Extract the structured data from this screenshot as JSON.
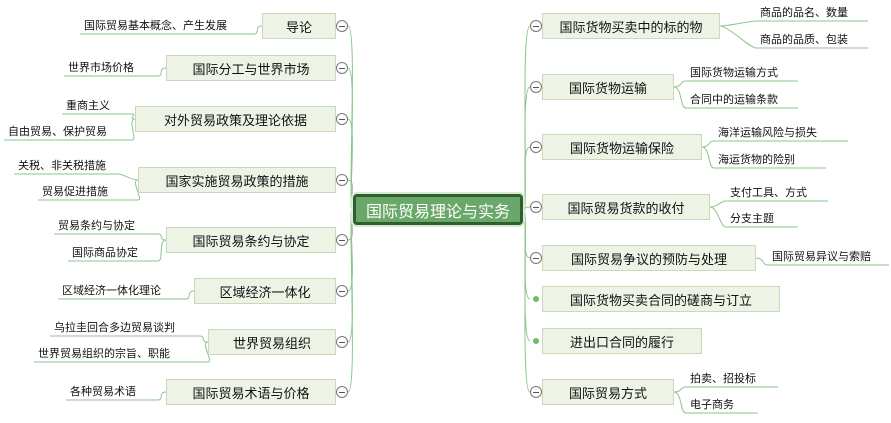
{
  "root": {
    "label": "国际贸易理论与实务"
  },
  "left_topics": [
    {
      "label": "导论",
      "children": [
        "国际贸易基本概念、产生发展"
      ]
    },
    {
      "label": "国际分工与世界市场",
      "children": [
        "世界市场价格"
      ]
    },
    {
      "label": "对外贸易政策及理论依据",
      "children": [
        "重商主义",
        "自由贸易、保护贸易"
      ]
    },
    {
      "label": "国家实施贸易政策的措施",
      "children": [
        "关税、非关税措施",
        "贸易促进措施"
      ]
    },
    {
      "label": "国际贸易条约与协定",
      "children": [
        "贸易条约与协定",
        "国际商品协定"
      ]
    },
    {
      "label": "区域经济一体化",
      "children": [
        "区域经济一体化理论"
      ]
    },
    {
      "label": "世界贸易组织",
      "children": [
        "乌拉圭回合多边贸易谈判",
        "世界贸易组织的宗旨、职能"
      ]
    },
    {
      "label": "国际贸易术语与价格",
      "children": [
        "各种贸易术语"
      ]
    }
  ],
  "right_topics": [
    {
      "label": "国际货物买卖中的标的物",
      "children": [
        "商品的品名、数量",
        "商品的品质、包装"
      ]
    },
    {
      "label": "国际货物运输",
      "children": [
        "国际货物运输方式",
        "合同中的运输条款"
      ]
    },
    {
      "label": "国际货物运输保险",
      "children": [
        "海洋运输风险与损失",
        "海运货物的险别"
      ]
    },
    {
      "label": "国际贸易货款的收付",
      "children": [
        "支付工具、方式",
        "分支主题"
      ]
    },
    {
      "label": "国际贸易争议的预防与处理",
      "children": [
        "国际贸易异议与索赔"
      ]
    },
    {
      "label": "国际货物买卖合同的磋商与订立",
      "children": []
    },
    {
      "label": "进出口合同的履行",
      "children": []
    },
    {
      "label": "国际贸易方式",
      "children": [
        "拍卖、招投标",
        "电子商务"
      ]
    }
  ],
  "colors": {
    "branch": "#8cc48c",
    "leaf_line": "#8cc48c",
    "topic_fill": "#edf4e6",
    "root_fill": "#6aa86a"
  }
}
